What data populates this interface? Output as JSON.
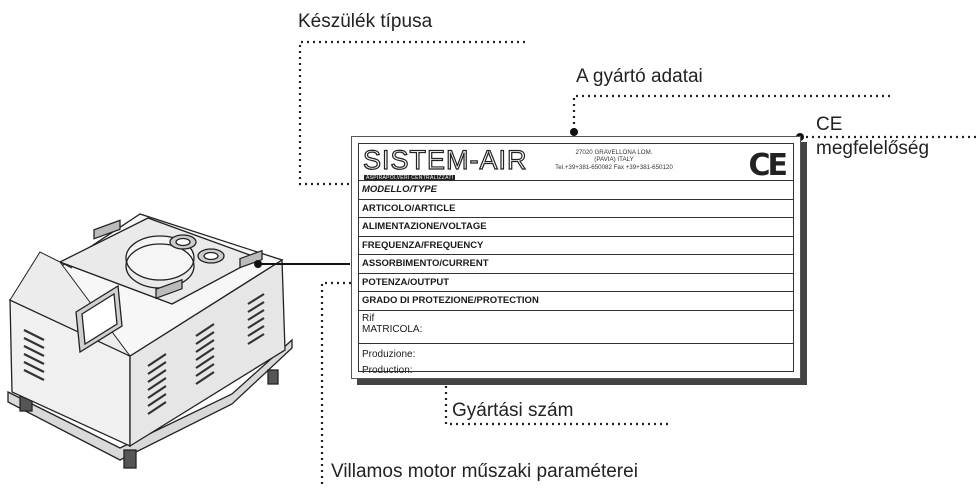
{
  "callouts": {
    "device_type": "Készülék típusa",
    "manufacturer": "A gyártó adatai",
    "ce": "CE\nmegfelelőség",
    "serial": "Gyártási szám",
    "motor": "Villamos motor műszaki paraméterei"
  },
  "plate": {
    "brand": "SISTEM-AIR",
    "brand_sub": "ASPIRAPOLVERI CENTRALIZZATI",
    "address": "27020 GRAVELLONA LOM.\n(PAVIA) ITALY\nTel.+39+381-650082 Fax +39+381-650120",
    "ce_mark": "CE",
    "rows": [
      "MODELLO/TYPE",
      "ARTICOLO/ARTICLE",
      "ALIMENTAZIONE/VOLTAGE",
      "FREQUENZA/FREQUENCY",
      "ASSORBIMENTO/CURRENT",
      "POTENZA/OUTPUT",
      "GRADO DI PROTEZIONE/PROTECTION"
    ],
    "rif": "Rif",
    "matricola": "MATRICOLA:",
    "produzione": "Produzione:",
    "production": "Production:"
  }
}
